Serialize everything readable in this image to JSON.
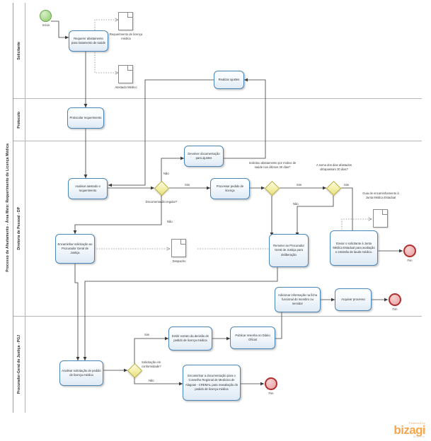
{
  "diagram": {
    "title": "Processo de Afastamento - Área Meio: Requerimento de Licença Médica",
    "notation": "BPMN",
    "colors": {
      "task_border": "#4a86b8",
      "gateway_fill": "#f3efa6",
      "start_event": "#6aa84f",
      "end_event": "#b03030",
      "brand": "#f6a64b"
    }
  },
  "lanes": [
    {
      "id": "solicitante",
      "label": "Solicitante"
    },
    {
      "id": "protocolo",
      "label": "Protocolo"
    },
    {
      "id": "dp",
      "label": "Diretoria de Pessoal - DP"
    },
    {
      "id": "pgj",
      "label": "Procurador-Geral de Justiça - PGJ"
    }
  ],
  "events": [
    {
      "id": "start",
      "type": "start",
      "label": "Início",
      "lane": "solicitante"
    },
    {
      "id": "end_dp_1",
      "type": "end",
      "label": "Fim",
      "lane": "dp"
    },
    {
      "id": "end_dp_2",
      "type": "end",
      "label": "Fim",
      "lane": "dp"
    },
    {
      "id": "end_pgj",
      "type": "end",
      "label": "Fim",
      "lane": "pgj"
    }
  ],
  "tasks": [
    {
      "id": "t1",
      "lane": "solicitante",
      "label": "Requerer afastamento para tratamento de saúde"
    },
    {
      "id": "t2",
      "lane": "solicitante",
      "label": "Realizar ajustes"
    },
    {
      "id": "t3",
      "lane": "protocolo",
      "label": "Protocolar requerimento"
    },
    {
      "id": "t4",
      "lane": "dp",
      "label": "Analisar atestado e requerimento"
    },
    {
      "id": "t5",
      "lane": "dp",
      "label": "Devolver documentação para ajustes"
    },
    {
      "id": "t6",
      "lane": "dp",
      "label": "Processar pedido de licença"
    },
    {
      "id": "t7",
      "lane": "dp",
      "label": "Encaminhar solicitação ao Procurador Geral de Justiça"
    },
    {
      "id": "t8",
      "lane": "dp",
      "label": "Remeter ao Procurador Geral de Justiça para deliberação"
    },
    {
      "id": "t9",
      "lane": "dp",
      "label": "Enviar o solicitante à Junta Médica Estadual para avaliação e emissão de laudo médico."
    },
    {
      "id": "t10",
      "lane": "dp",
      "label": "Adicionar informação na ficha funcional do membro ou servidor"
    },
    {
      "id": "t11",
      "lane": "dp",
      "label": "Arquivar processo"
    },
    {
      "id": "t12",
      "lane": "pgj",
      "label": "Analisar solicitação de pedido de licença médica"
    },
    {
      "id": "t13",
      "lane": "pgj",
      "label": "Emitir extrato da decisão de pedido de licença médica"
    },
    {
      "id": "t14",
      "lane": "pgj",
      "label": "Publicar resenha no Diário Oficial"
    },
    {
      "id": "t15",
      "lane": "pgj",
      "label": "Encaminhar a documentação para o Conselho Regional de Medicina de Alagoas - CREMAL para reavaliação do pedido de licença médica"
    }
  ],
  "gateways": [
    {
      "id": "g1",
      "lane": "dp",
      "label": "Documentação regular?"
    },
    {
      "id": "g2",
      "lane": "dp",
      "label": "Solicitou afastamento por motivo de saúde nos últimos 30 dias?"
    },
    {
      "id": "g3",
      "lane": "dp",
      "label": "A soma dos dias afastados ultrapassam 30 dias?"
    },
    {
      "id": "g4",
      "lane": "pgj",
      "label": "Solicitação em conformidade?"
    }
  ],
  "documents": [
    {
      "id": "d1",
      "label": "Requerimento de licença médica"
    },
    {
      "id": "d2",
      "label": "Atestado Médico"
    },
    {
      "id": "d3",
      "label": "Despacho"
    },
    {
      "id": "d4",
      "label": "Guia de encaminhamento à Junta Médica Estadual"
    }
  ],
  "flow_labels": [
    {
      "id": "f1",
      "text": "Não"
    },
    {
      "id": "f2",
      "text": "Sim"
    },
    {
      "id": "f3",
      "text": "Sim"
    },
    {
      "id": "f4",
      "text": "Não"
    },
    {
      "id": "f5",
      "text": "Sim"
    },
    {
      "id": "f6",
      "text": "Não"
    },
    {
      "id": "f7",
      "text": "Sim"
    },
    {
      "id": "f8",
      "text": "Não"
    }
  ],
  "footer": {
    "powered_by": "Powered by",
    "brand": "bizagi",
    "product": "Modeler"
  }
}
